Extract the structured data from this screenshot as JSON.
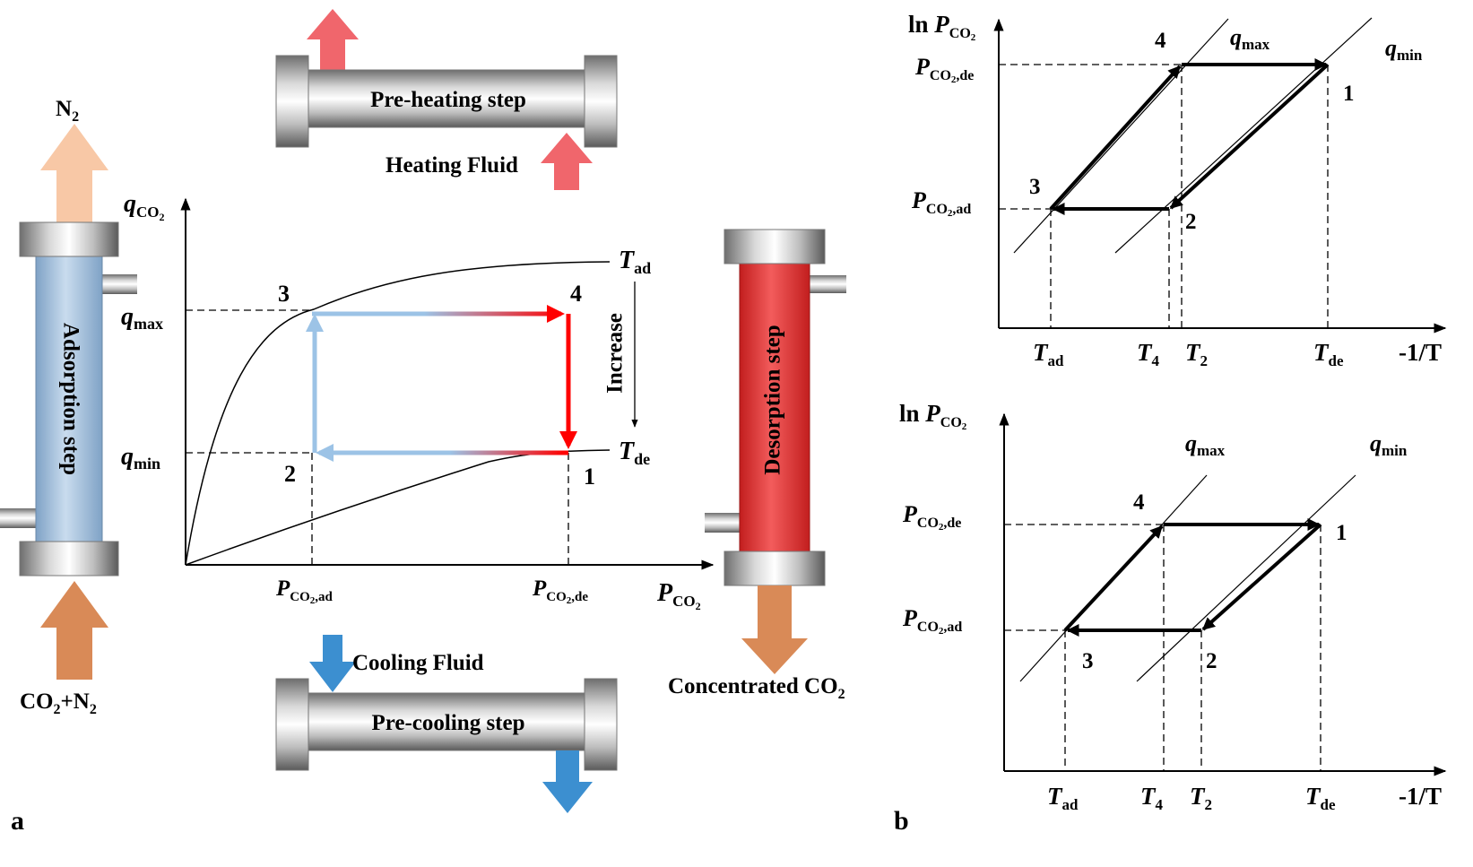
{
  "panel_a": {
    "letter": "a",
    "adsorption": {
      "column_label": "Adsorption step",
      "top_gas": {
        "base": "N",
        "sub": "2"
      },
      "feed_gas": {
        "p1": "CO",
        "s1": "2",
        "p2": "+N",
        "s2": "2"
      }
    },
    "desorption": {
      "column_label": "Desorption step",
      "product": {
        "base": "Concentrated CO",
        "sub": "2"
      }
    },
    "preheat": {
      "step_label": "Pre-heating step",
      "fluid_label": "Heating Fluid"
    },
    "precool": {
      "step_label": "Pre-cooling step",
      "fluid_label": "Cooling Fluid"
    },
    "isotherm_plot": {
      "y_axis": {
        "base": "q",
        "sub": "CO",
        "sub2": "2"
      },
      "x_axis": {
        "base": "P",
        "sub": "CO",
        "sub2": "2"
      },
      "q_max": {
        "base": "q",
        "sub": "max"
      },
      "q_min": {
        "base": "q",
        "sub": "min"
      },
      "p_ad": {
        "base": "P",
        "sub": "CO",
        "sub2": "2",
        "sub3": ",ad"
      },
      "p_de": {
        "base": "P",
        "sub": "CO",
        "sub2": "2",
        "sub3": ",de"
      },
      "t_ad": {
        "base": "T",
        "sub": "ad"
      },
      "t_de": {
        "base": "T",
        "sub": "de"
      },
      "increase_label": "Increase",
      "points": [
        "1",
        "2",
        "3",
        "4"
      ],
      "colors": {
        "cool": "#9cc3e6",
        "hot": "#ff0000"
      }
    }
  },
  "panel_b": {
    "letter": "b",
    "y_axis": {
      "base": "ln ",
      "p": "P",
      "sub": "CO",
      "sub2": "2"
    },
    "x_axis": "-1/T",
    "p_de": {
      "base": "P",
      "sub": "CO",
      "sub2": "2",
      "sub3": ",de"
    },
    "p_ad": {
      "base": "P",
      "sub": "CO",
      "sub2": "2",
      "sub3": ",ad"
    },
    "q_max": {
      "base": "q",
      "sub": "max"
    },
    "q_min": {
      "base": "q",
      "sub": "min"
    },
    "t_ad": {
      "base": "T",
      "sub": "ad"
    },
    "t_4": {
      "base": "T",
      "sub": "4"
    },
    "t_2": {
      "base": "T",
      "sub": "2"
    },
    "t_de": {
      "base": "T",
      "sub": "de"
    },
    "points": [
      "1",
      "2",
      "3",
      "4"
    ]
  }
}
